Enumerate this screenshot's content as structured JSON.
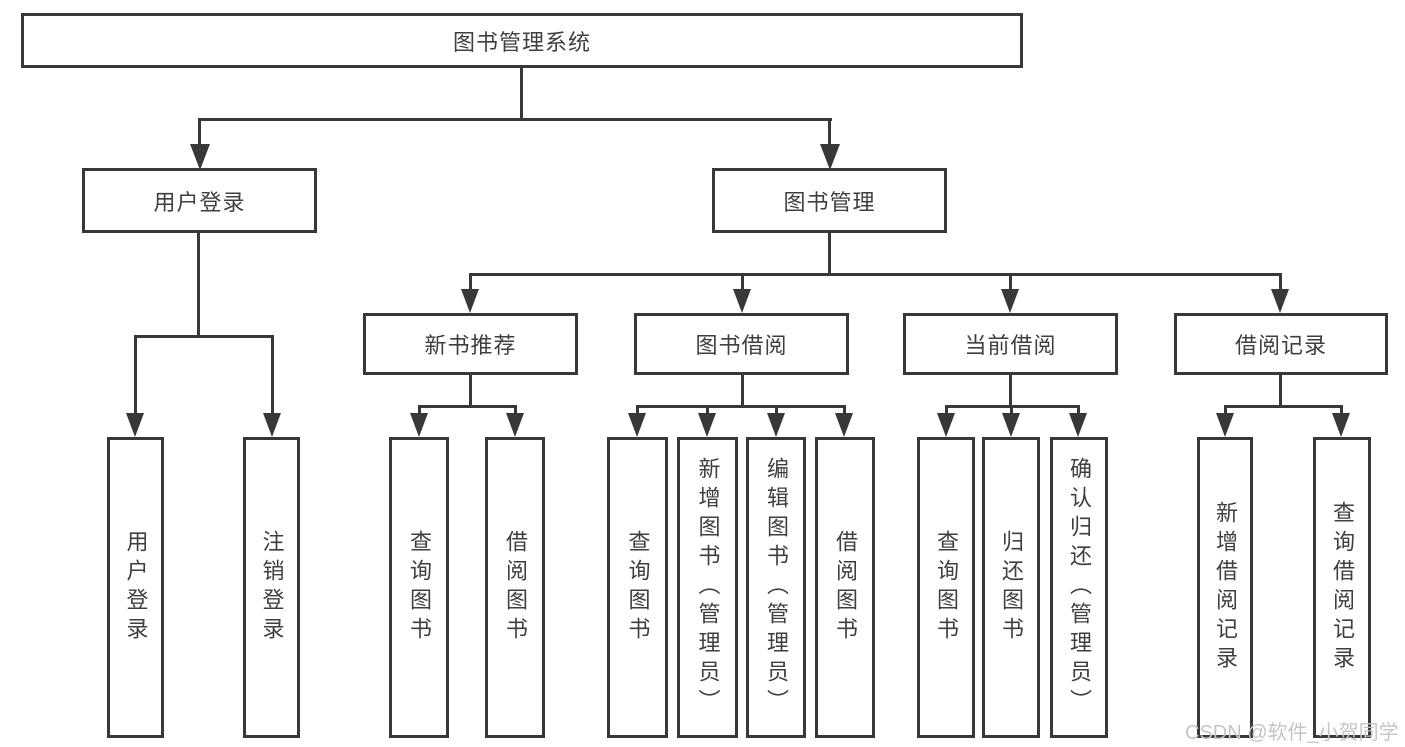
{
  "diagram": {
    "root": {
      "label": "图书管理系统"
    },
    "level1": [
      {
        "label": "用户登录"
      },
      {
        "label": "图书管理"
      }
    ],
    "level2": [
      {
        "label": "新书推荐"
      },
      {
        "label": "图书借阅"
      },
      {
        "label": "当前借阅"
      },
      {
        "label": "借阅记录"
      }
    ],
    "leaves": {
      "user_login": [
        "用户登录",
        "注销登录"
      ],
      "new_book": [
        "查询图书",
        "借阅图书"
      ],
      "book_borrow": [
        "查询图书",
        "新增图书（管理员）",
        "编辑图书（管理员）",
        "借阅图书"
      ],
      "current_borrow": [
        "查询图书",
        "归还图书",
        "确认归还（管理员）"
      ],
      "borrow_records": [
        "新增借阅记录",
        "查询借阅记录"
      ]
    }
  },
  "watermark": {
    "text": "CSDN @软件_小贺同学"
  },
  "colors": {
    "line": "#383838",
    "text": "#3f3f3f",
    "watermark": "#c5c5c5",
    "background": "#ffffff"
  }
}
